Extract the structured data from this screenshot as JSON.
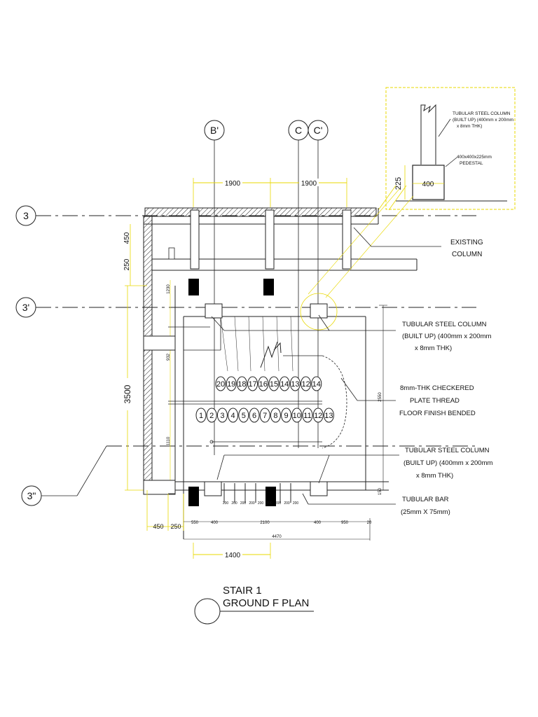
{
  "title": {
    "line1": "STAIR 1",
    "line2": "GROUND F PLAN"
  },
  "grid": {
    "columns": [
      "B'",
      "C",
      "C'"
    ],
    "rows": [
      "3",
      "3'",
      "3\""
    ]
  },
  "dimensions": {
    "top_span_1": "1900",
    "top_span_2": "1900",
    "left_450": "450",
    "left_250": "250",
    "left_height": "3500",
    "left_1230": "1230",
    "left_932": "932",
    "left_1110": "1110",
    "bottom_450": "450",
    "bottom_250": "250",
    "bottom_550": "550",
    "bottom_400a": "400",
    "bottom_2100": "2100",
    "bottom_400b": "400",
    "bottom_950": "950",
    "bottom_20": "20",
    "bottom_total": "4470",
    "bottom_1400": "1400",
    "right_2550": "2550",
    "right_150": "150",
    "detail_225": "225",
    "detail_400": "400",
    "bar_spacing": [
      "200",
      "200",
      "200",
      "200",
      "200",
      "200",
      "200",
      "200",
      "200"
    ]
  },
  "stair": {
    "steps_lower": [
      "1",
      "2",
      "3",
      "4",
      "5",
      "6",
      "7",
      "8",
      "9",
      "10",
      "11",
      "12",
      "13"
    ],
    "steps_upper": [
      "20",
      "19",
      "18",
      "17",
      "16",
      "15",
      "14",
      "13",
      "12",
      "14"
    ]
  },
  "callouts": {
    "detail_column": [
      "TUBULAR STEEL COLUMN",
      "(BUILT UP) (400mm x 200mm",
      "x 8mm THK)"
    ],
    "detail_pedestal": [
      "400x400x225mm",
      "PEDESTAL"
    ],
    "existing_column": [
      "EXISTING",
      "COLUMN"
    ],
    "tubular_column_upper": [
      "TUBULAR STEEL COLUMN",
      "(BUILT UP) (400mm x 200mm",
      "x 8mm THK)"
    ],
    "checkered_plate": [
      "8mm-THK CHECKERED",
      "PLATE THREAD",
      "FLOOR FINISH BENDED"
    ],
    "tubular_column_lower": [
      "TUBULAR STEEL COLUMN",
      "(BUILT UP) (400mm x 200mm",
      "x 8mm THK)"
    ],
    "tubular_bar": [
      "TUBULAR BAR",
      "(25mm X 75mm)"
    ]
  },
  "colors": {
    "line": "#1a1a1a",
    "dimension": "#e8d800",
    "detail_border": "#e8d800",
    "fill": "#000000"
  }
}
